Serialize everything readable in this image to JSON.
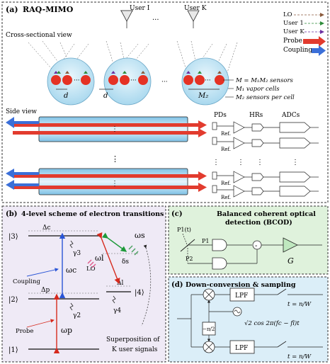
{
  "panel_a": {
    "label": "(a)",
    "title": "RAQ-MIMO",
    "user_first": "User I",
    "user_last": "User K",
    "user_dots": "···",
    "cross_section_label": "Cross-sectional view",
    "side_view_label": "Side view",
    "legend": [
      {
        "label": "LO",
        "color": "#8a5a3c"
      },
      {
        "label": "User 1",
        "color": "#2e8b3a"
      },
      {
        "label": "User K",
        "color": "#6b2fa0"
      },
      {
        "label": "Probe",
        "color": "#e23b2e"
      },
      {
        "label": "Coupling",
        "color": "#3b6fd8"
      }
    ],
    "dim_d": "d",
    "dim_M2": "M₂",
    "annot_line1": "M = M₁M₂ sensors",
    "annot_line2": "M₁ vapor cells",
    "annot_line3": "M₂ sensors per cell",
    "pds_label": "PDs",
    "hrs_label": "HRs",
    "adcs_label": "ADCs",
    "ref_label": "Ref.",
    "vdots": "⋮",
    "hdots": "···"
  },
  "panel_b": {
    "label": "(b)",
    "title": "4-level scheme of electron transitions",
    "level3": "|3⟩",
    "level2": "|2⟩",
    "level1": "|1⟩",
    "level4": "|4⟩",
    "delta_c": "Δc",
    "delta_p": "Δp",
    "delta_l": "Δl",
    "delta_s": "δs",
    "gamma3": "γ3",
    "gamma2": "γ2",
    "gamma4": "γ4",
    "omega_c": "ωc",
    "omega_p": "ωp",
    "omega_l": "ωl",
    "omega_s": "ωs",
    "coupling": "Coupling",
    "probe": "Probe",
    "lo": "LO",
    "superposition1": "Superposition of",
    "superposition2": "K user signals"
  },
  "panel_c": {
    "label": "(c)",
    "title1": "Balanced coherent optical",
    "title2": "detection (BCOD)",
    "p1t": "P1(t)",
    "p1": "P1",
    "p2": "P2",
    "minus": "-",
    "gain": "G"
  },
  "panel_d": {
    "label": "(d)",
    "title": "Down-conversion & sampling",
    "lpf": "LPF",
    "sample_t": "t = n/W",
    "osc": "√2 cos 2π(fc − fl)t",
    "phase": "−π/2"
  }
}
